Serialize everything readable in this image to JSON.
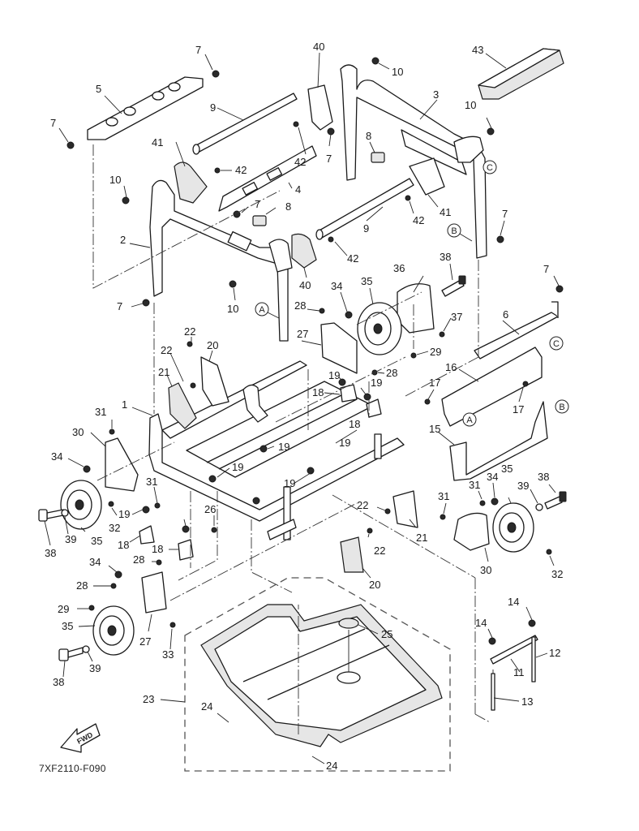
{
  "diagram": {
    "type": "exploded-parts-diagram",
    "figure_code": "7XF2110-F090",
    "direction_label": "FWD",
    "reference_markers": [
      "A",
      "B",
      "C"
    ],
    "callouts": [
      {
        "id": "c5",
        "label": "5"
      },
      {
        "id": "c7a",
        "label": "7"
      },
      {
        "id": "c7b",
        "label": "7"
      },
      {
        "id": "c9a",
        "label": "9"
      },
      {
        "id": "c40a",
        "label": "40"
      },
      {
        "id": "c10a",
        "label": "10"
      },
      {
        "id": "c43",
        "label": "43"
      },
      {
        "id": "c3",
        "label": "3"
      },
      {
        "id": "c10b",
        "label": "10"
      },
      {
        "id": "c8a",
        "label": "8"
      },
      {
        "id": "c42a",
        "label": "42"
      },
      {
        "id": "c7c",
        "label": "7"
      },
      {
        "id": "c41a",
        "label": "41"
      },
      {
        "id": "c42b",
        "label": "42"
      },
      {
        "id": "c4",
        "label": "4"
      },
      {
        "id": "c10c",
        "label": "10"
      },
      {
        "id": "c7d",
        "label": "7"
      },
      {
        "id": "c8b",
        "label": "8"
      },
      {
        "id": "c9b",
        "label": "9"
      },
      {
        "id": "c42c",
        "label": "42"
      },
      {
        "id": "c41b",
        "label": "41"
      },
      {
        "id": "c7e",
        "label": "7"
      },
      {
        "id": "c2",
        "label": "2"
      },
      {
        "id": "c42d",
        "label": "42"
      },
      {
        "id": "c40b",
        "label": "40"
      },
      {
        "id": "c38a",
        "label": "38"
      },
      {
        "id": "c36",
        "label": "36"
      },
      {
        "id": "c7f",
        "label": "7"
      },
      {
        "id": "c7g",
        "label": "7"
      },
      {
        "id": "c10d",
        "label": "10"
      },
      {
        "id": "c34a",
        "label": "34"
      },
      {
        "id": "c35a",
        "label": "35"
      },
      {
        "id": "c28a",
        "label": "28"
      },
      {
        "id": "c37",
        "label": "37"
      },
      {
        "id": "c6",
        "label": "6"
      },
      {
        "id": "c27a",
        "label": "27"
      },
      {
        "id": "c29a",
        "label": "29"
      },
      {
        "id": "c28b",
        "label": "28"
      },
      {
        "id": "c22a",
        "label": "22"
      },
      {
        "id": "c22b",
        "label": "22"
      },
      {
        "id": "c20a",
        "label": "20"
      },
      {
        "id": "c21a",
        "label": "21"
      },
      {
        "id": "c19a",
        "label": "19"
      },
      {
        "id": "c19b",
        "label": "19"
      },
      {
        "id": "c18a",
        "label": "18"
      },
      {
        "id": "c18b",
        "label": "18"
      },
      {
        "id": "c16",
        "label": "16"
      },
      {
        "id": "c17a",
        "label": "17"
      },
      {
        "id": "c17b",
        "label": "17"
      },
      {
        "id": "c1",
        "label": "1"
      },
      {
        "id": "c31a",
        "label": "31"
      },
      {
        "id": "c30a",
        "label": "30"
      },
      {
        "id": "c34b",
        "label": "34"
      },
      {
        "id": "c19c",
        "label": "19"
      },
      {
        "id": "c19d",
        "label": "19"
      },
      {
        "id": "c19e",
        "label": "19"
      },
      {
        "id": "c15",
        "label": "15"
      },
      {
        "id": "c19f",
        "label": "19"
      },
      {
        "id": "c31b",
        "label": "31"
      },
      {
        "id": "c35b",
        "label": "35"
      },
      {
        "id": "c32a",
        "label": "32"
      },
      {
        "id": "c39a",
        "label": "39"
      },
      {
        "id": "c38b",
        "label": "38"
      },
      {
        "id": "c19g",
        "label": "19"
      },
      {
        "id": "c26",
        "label": "26"
      },
      {
        "id": "c18c",
        "label": "18"
      },
      {
        "id": "c18d",
        "label": "18"
      },
      {
        "id": "c31c",
        "label": "31"
      },
      {
        "id": "c31d",
        "label": "31"
      },
      {
        "id": "c34c",
        "label": "34"
      },
      {
        "id": "c35c",
        "label": "35"
      },
      {
        "id": "c39b",
        "label": "39"
      },
      {
        "id": "c38c",
        "label": "38"
      },
      {
        "id": "c22c",
        "label": "22"
      },
      {
        "id": "c21b",
        "label": "21"
      },
      {
        "id": "c22d",
        "label": "22"
      },
      {
        "id": "c30b",
        "label": "30"
      },
      {
        "id": "c32b",
        "label": "32"
      },
      {
        "id": "c20b",
        "label": "20"
      },
      {
        "id": "c34d",
        "label": "34"
      },
      {
        "id": "c28c",
        "label": "28"
      },
      {
        "id": "c28d",
        "label": "28"
      },
      {
        "id": "c29b",
        "label": "29"
      },
      {
        "id": "c35d",
        "label": "35"
      },
      {
        "id": "c27b",
        "label": "27"
      },
      {
        "id": "c33",
        "label": "33"
      },
      {
        "id": "c39c",
        "label": "39"
      },
      {
        "id": "c38d",
        "label": "38"
      },
      {
        "id": "c25",
        "label": "25"
      },
      {
        "id": "c14a",
        "label": "14"
      },
      {
        "id": "c14b",
        "label": "14"
      },
      {
        "id": "c12",
        "label": "12"
      },
      {
        "id": "c11",
        "label": "11"
      },
      {
        "id": "c13",
        "label": "13"
      },
      {
        "id": "c23",
        "label": "23"
      },
      {
        "id": "c24a",
        "label": "24"
      },
      {
        "id": "c24b",
        "label": "24"
      }
    ]
  }
}
